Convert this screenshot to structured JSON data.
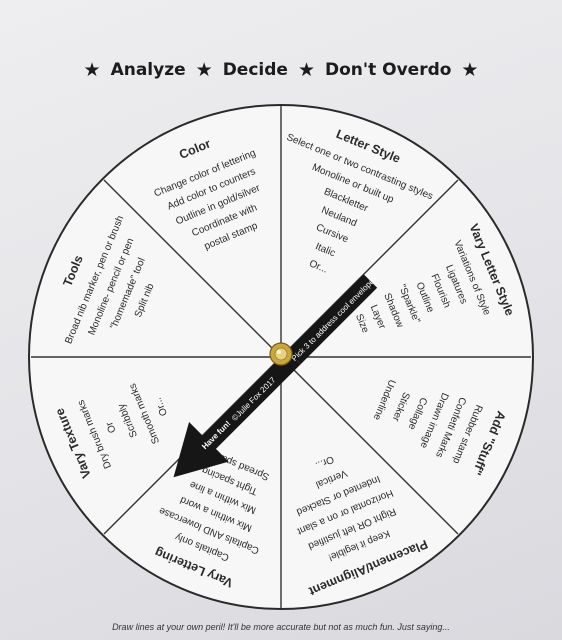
{
  "header": {
    "words": [
      "Analyze",
      "Decide",
      "Don't Overdo"
    ],
    "star_icon": "star-icon"
  },
  "wheel": {
    "sections": [
      {
        "id": "color",
        "title": "Color",
        "items": [
          "Change color of lettering",
          "Add color to counters",
          "Outline in gold/silver",
          "Coordinate with",
          "postal stamp"
        ]
      },
      {
        "id": "letter-style",
        "title": "Letter Style",
        "items": [
          "Select one or two contrasting styles",
          "Monoline or built up",
          "Blackletter",
          "Neuland",
          "Cursive",
          "Italic",
          "Or..."
        ]
      },
      {
        "id": "vary-letter-style",
        "title": "Vary Letter Style",
        "items": [
          "Variations of Style",
          "Ligatures",
          "Flourish",
          "Outline",
          "\"Sparkle\"",
          "Shadow",
          "Layer",
          "Size"
        ]
      },
      {
        "id": "add-stuff",
        "title": "Add \"Stuff\"",
        "items": [
          "Rubber stamp",
          "Confetti Marks",
          "Drawn image",
          "Collage",
          "Sticker",
          "Underline"
        ]
      },
      {
        "id": "placement",
        "title": "Placement/Alignment",
        "items": [
          "Keep it legible!",
          "Right OR left justified",
          "Horizontal or on a slant",
          "Indented or Stacked",
          "Vertical",
          "Or..."
        ]
      },
      {
        "id": "vary-lettering",
        "title": "Vary Lettering",
        "items": [
          "Capitals only",
          "Capitals AND lowercase",
          "Mix within a word",
          "Mix within a line",
          "Tight spacing",
          "Spread spacing"
        ]
      },
      {
        "id": "vary-texture",
        "title": "Vary Texture",
        "items": [
          "Dry brush marks",
          "Or",
          "Scribbly",
          "Smooth marks",
          "Or..."
        ]
      },
      {
        "id": "tools",
        "title": "Tools",
        "items": [
          "Broad nib marker, pen or brush",
          "Monoline- pencil or pen",
          "\"homemade\" tool",
          "Split nib"
        ]
      }
    ],
    "pointer": {
      "instruction": "Pick 3 to address cool envelopes",
      "credit": "©Julie Fox 2017",
      "tagline": "Have fun!"
    }
  },
  "footer": {
    "note": "Draw lines at your own peril!  It'll be more accurate but not as much fun.  Just saying..."
  }
}
